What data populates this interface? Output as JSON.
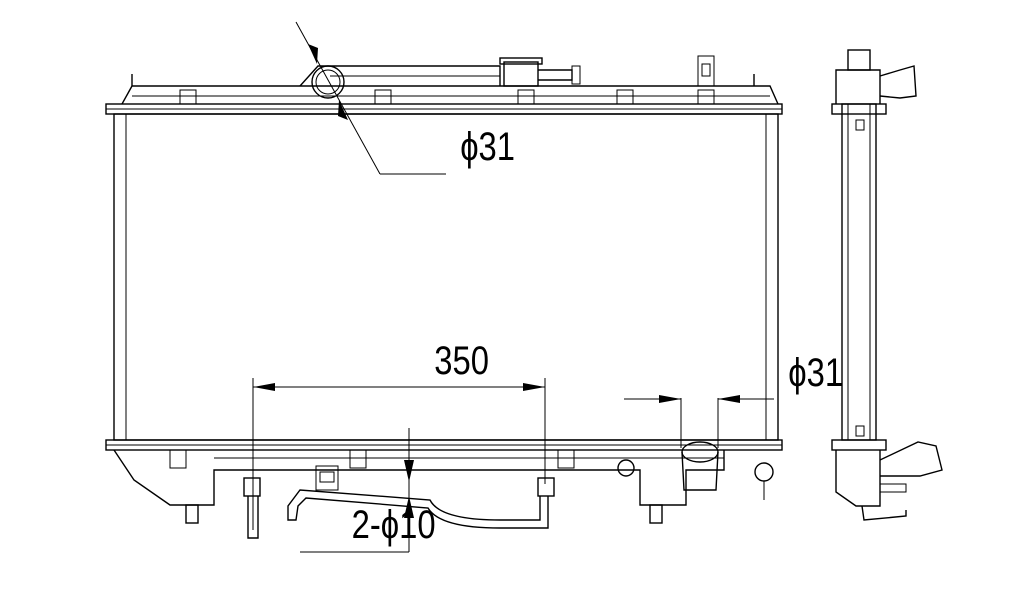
{
  "dimensions": {
    "top_hose": "ϕ31",
    "width_between_mounts": "350",
    "bottom_hose": "ϕ31",
    "transmission_lines": "2-ϕ10"
  },
  "colors": {
    "line": "#000000",
    "background": "#ffffff"
  }
}
